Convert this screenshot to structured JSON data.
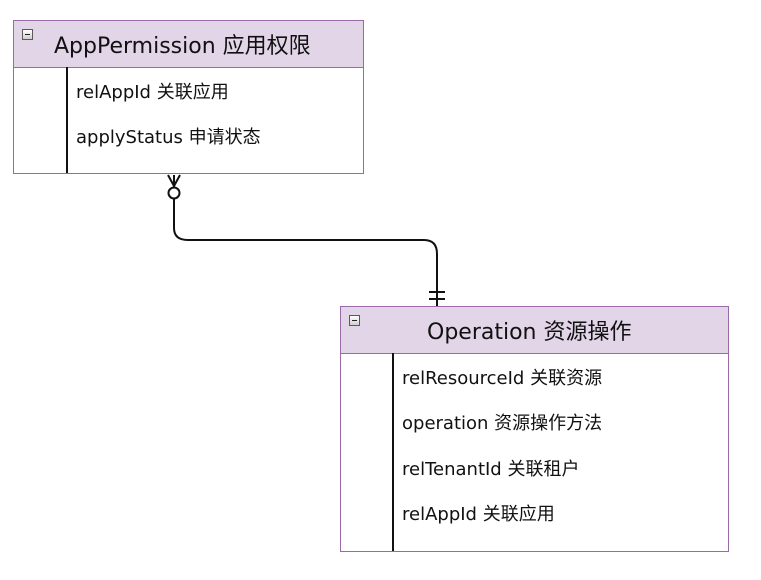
{
  "entities": {
    "app_permission": {
      "title": "AppPermission 应用权限",
      "attributes": [
        "relAppId 关联应用",
        "applyStatus 申请状态"
      ]
    },
    "operation": {
      "title": "Operation 资源操作",
      "attributes": [
        "relResourceId 关联资源",
        "operation 资源操作方法",
        "relTenantId 关联租户",
        "relAppId 关联应用"
      ]
    }
  },
  "colors": {
    "entity_border": "#9a6aa6",
    "header_fill": "#e1d5e7",
    "line": "#111111"
  }
}
